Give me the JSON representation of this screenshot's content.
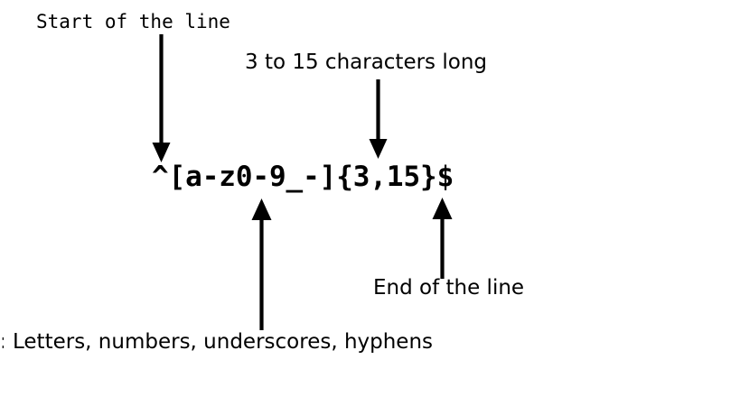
{
  "diagram": {
    "type": "annotated-regex-breakdown",
    "background_color": "#ffffff",
    "ink_color": "#000000",
    "pattern": {
      "text": "^[a-z0-9_-]{3,15}$",
      "style": "monospace-bold"
    },
    "annotations": [
      {
        "id": "start-of-line",
        "label": "Start of the line",
        "font": "monospace",
        "targets": "^",
        "arrow": {
          "direction": "down",
          "from": "label",
          "to": "pattern"
        }
      },
      {
        "id": "length-quantifier",
        "label": "3 to 15 characters long",
        "font": "sans-serif",
        "targets": "{3,15}",
        "arrow": {
          "direction": "down",
          "from": "label",
          "to": "pattern"
        }
      },
      {
        "id": "character-class",
        "label": "Letters, numbers, underscores, hyphens",
        "font": "sans-serif",
        "targets": "[a-z0-9_-]",
        "arrow": {
          "direction": "up",
          "from": "label",
          "to": "pattern"
        }
      },
      {
        "id": "end-of-line",
        "label": "End of the line",
        "font": "sans-serif",
        "targets": "$",
        "arrow": {
          "direction": "up",
          "from": "label",
          "to": "pattern"
        }
      }
    ],
    "clipped_left_fragment": ":"
  }
}
